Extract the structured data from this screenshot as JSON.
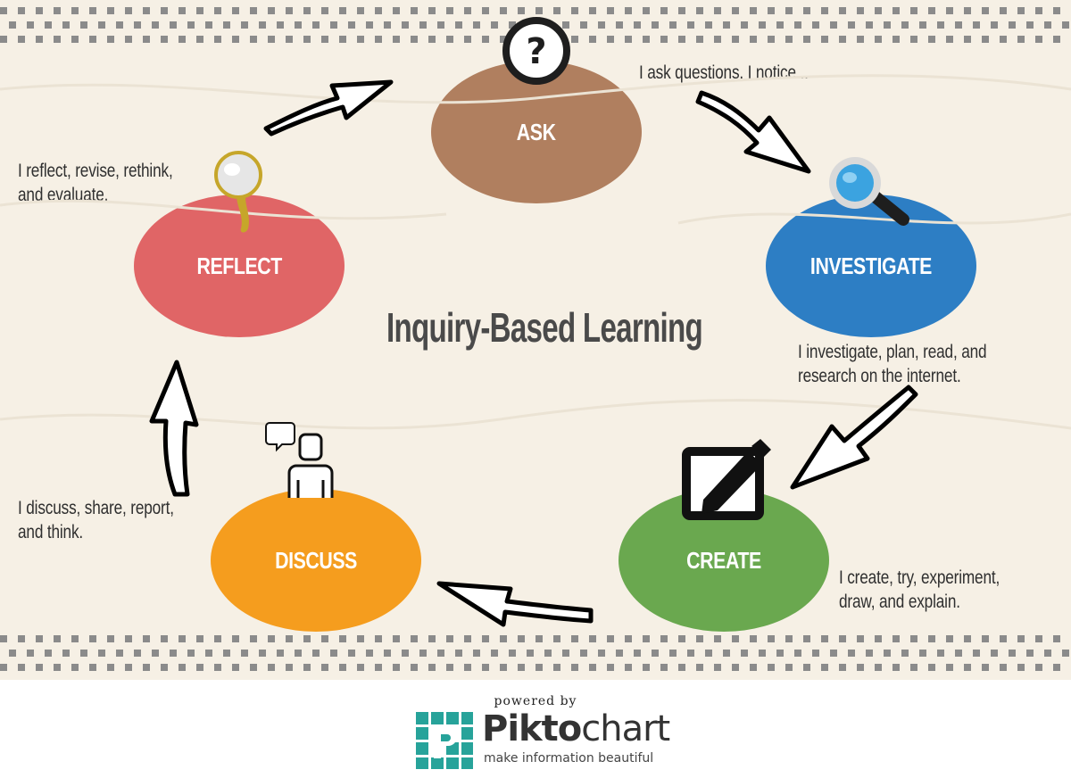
{
  "title": "Inquiry-Based Learning",
  "stages": {
    "ask": {
      "label": "ASK",
      "color": "#b07f5f",
      "caption": [
        "I ask questions. I notice..."
      ]
    },
    "investigate": {
      "label": "INVESTIGATE",
      "color": "#2d7ec4",
      "caption": [
        "I investigate, plan, read, and",
        "research on the internet."
      ]
    },
    "create": {
      "label": "CREATE",
      "color": "#6aa84f",
      "caption": [
        "I create, try, experiment,",
        "draw, and explain."
      ]
    },
    "discuss": {
      "label": "DISCUSS",
      "color": "#f59d1e",
      "caption": [
        "I discuss, share, report,",
        "and think."
      ]
    },
    "reflect": {
      "label": "REFLECT",
      "color": "#e06566",
      "caption": [
        "I reflect, revise, rethink,",
        "and evaluate."
      ]
    }
  },
  "icons": {
    "ask": "question-mark-icon",
    "investigate": "magnifying-glass-icon",
    "create": "edit-pencil-icon",
    "discuss": "person-speech-icon",
    "reflect": "hand-mirror-icon"
  },
  "footer": {
    "powered_by": "powered by",
    "brand_bold": "Pikto",
    "brand_rest": "chart",
    "tagline": "make information beautiful",
    "logo_color": "#27a39a"
  }
}
